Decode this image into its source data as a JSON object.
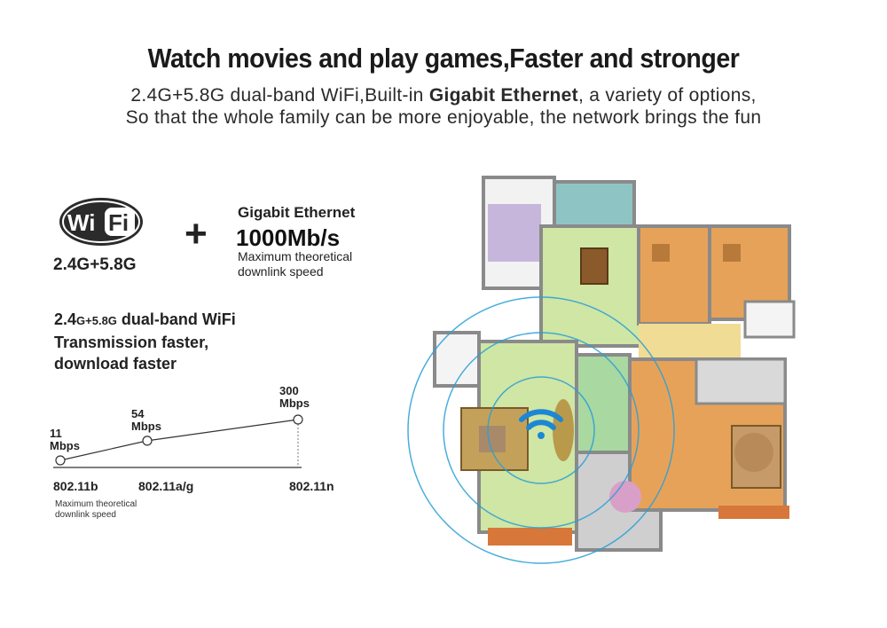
{
  "header": {
    "title": "Watch movies and play games,Faster and stronger",
    "sub1_pre": "2.4G+5.8G dual-band WiFi,Built-in ",
    "sub1_bold": "Gigabit Ethernet",
    "sub1_post": ", a variety of options,",
    "sub2": "So that the whole family can be more enjoyable, the network brings the fun"
  },
  "wifi": {
    "logo_text": "WiFi",
    "band": "2.4G+5.8G"
  },
  "plus": "+",
  "ethernet": {
    "label": "Gigabit Ethernet",
    "speed": "1000Mb/s",
    "note_line1": "Maximum theoretical",
    "note_line2": "downlink speed"
  },
  "dual_band": {
    "band_big1": "2.4",
    "band_small1": "G+5.8G",
    "suffix": " dual-band WiFi",
    "line2": "Transmission faster,",
    "line3": "download faster"
  },
  "chart_data": {
    "type": "line",
    "categories": [
      "802.11b",
      "802.11a/g",
      "802.11n"
    ],
    "values": [
      11,
      54,
      300
    ],
    "point_labels": [
      [
        "11",
        "Mbps"
      ],
      [
        "54",
        "Mbps"
      ],
      [
        "300",
        "Mbps"
      ]
    ],
    "note_line1": "Maximum theoretical",
    "note_line2": "downlink speed"
  },
  "colors": {
    "wifi_signal": "#1c87d4",
    "coverage_ring": "#2a9fd6",
    "floor_green": "#c8e69a",
    "floor_wood": "#e8a35a",
    "wall": "#9a9a9a"
  }
}
